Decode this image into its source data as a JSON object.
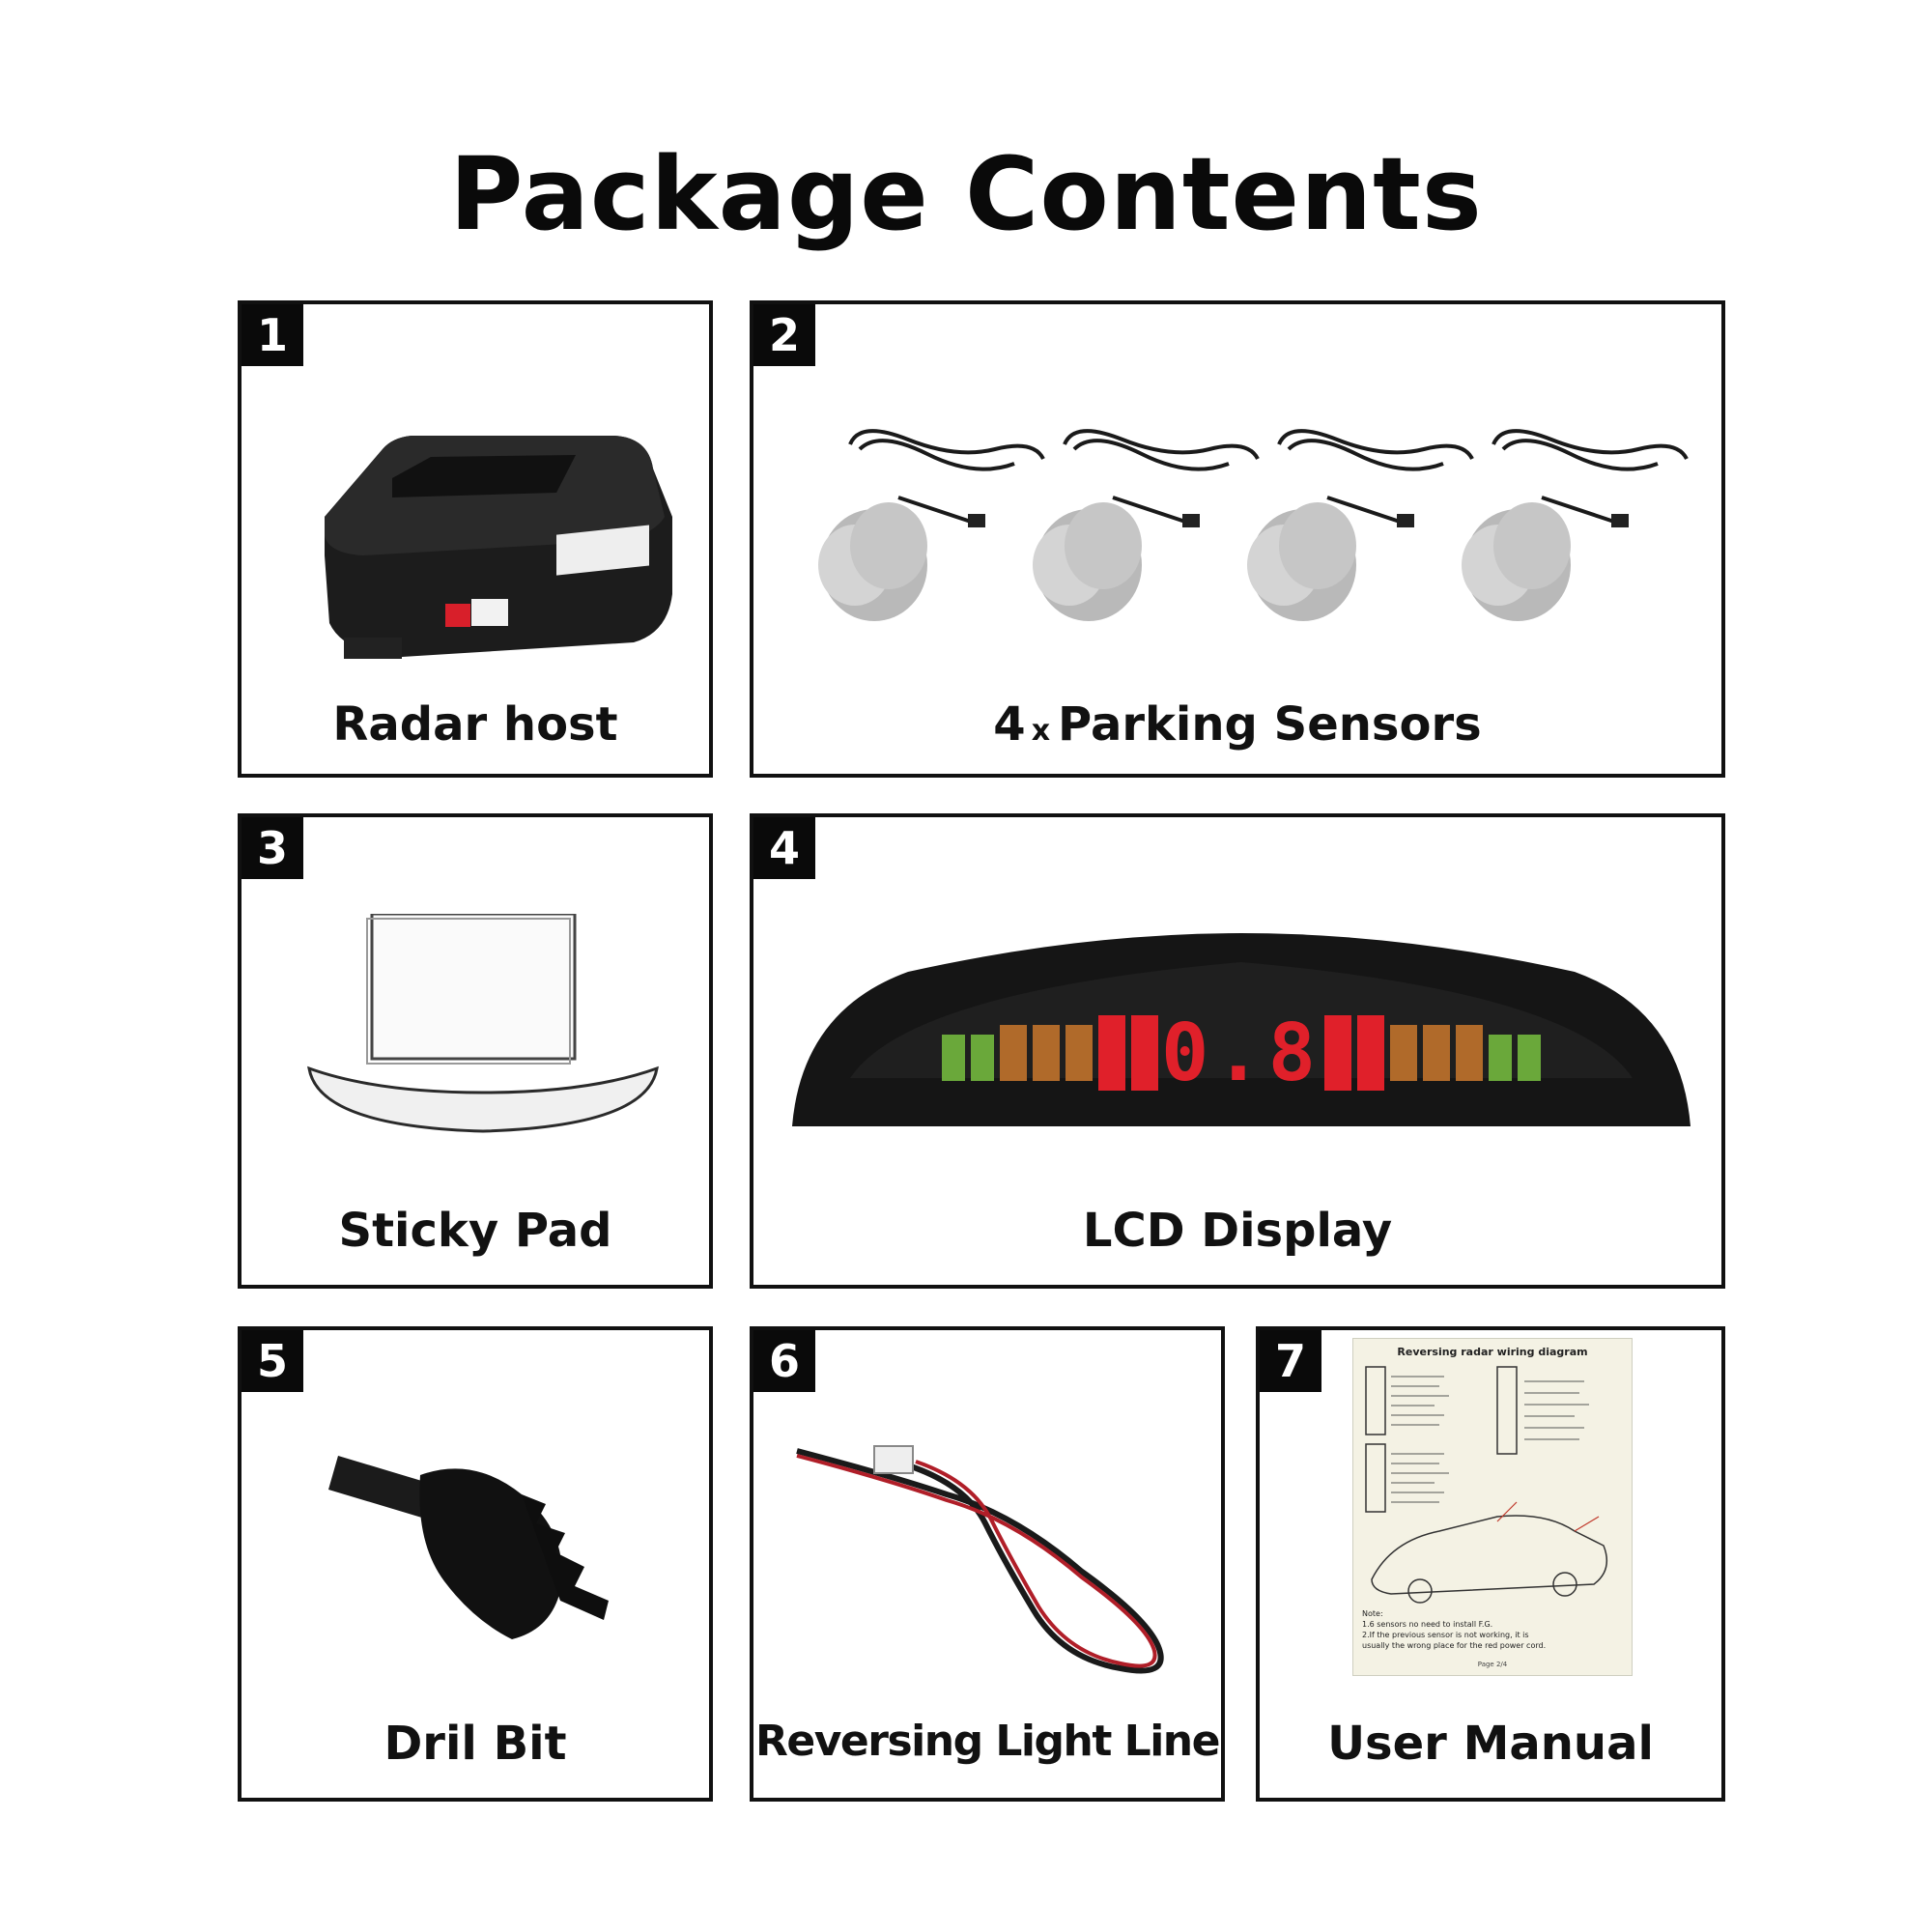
{
  "title": "Package Contents",
  "items": [
    {
      "number": "1",
      "label": "Radar host"
    },
    {
      "number": "2",
      "count": "4",
      "times": "x",
      "label": "Parking Sensors"
    },
    {
      "number": "3",
      "label": "Sticky Pad"
    },
    {
      "number": "4",
      "label": "LCD Display",
      "display_reading": "0.8"
    },
    {
      "number": "5",
      "label": "Dril Bit"
    },
    {
      "number": "6",
      "label": "Reversing Light Line"
    },
    {
      "number": "7",
      "label": "User Manual",
      "manual_heading": "Reversing radar wiring diagram",
      "manual_note_1": "Note:",
      "manual_note_2": "1.6 sensors no need to install F.G.",
      "manual_note_3": "2.If the previous sensor is not working, it is",
      "manual_note_4": "usually the wrong place for the red power cord.",
      "manual_page": "Page 2/4"
    }
  ],
  "colors": {
    "display_green": "#6aa83a",
    "display_amber": "#b06a2a",
    "display_red": "#e0202a",
    "sensor_silver": "#c8c8c8"
  }
}
